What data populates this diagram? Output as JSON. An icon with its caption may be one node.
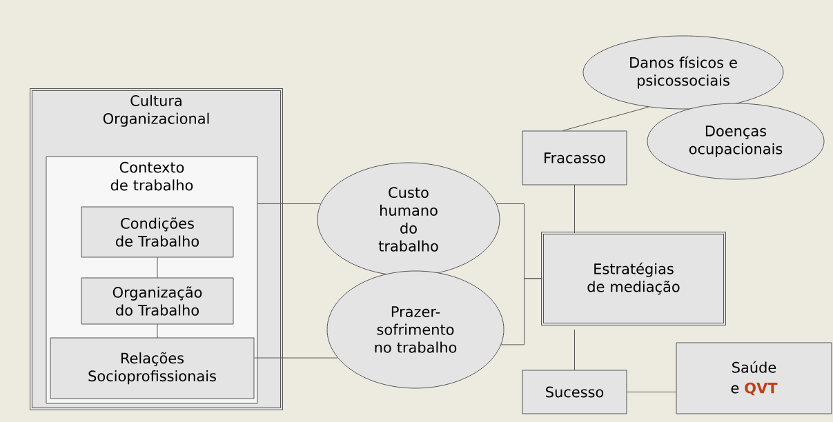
{
  "diagram": {
    "nodes": [
      {
        "text": [
          "Cultura Organizacional"
        ]
      },
      {
        "text": [
          "Contexto de trabalho"
        ],
        "in": 0
      },
      {
        "text": [
          "Condições de Trabalho"
        ],
        "in": 1
      },
      {
        "text": [
          "Organização do Trabalho"
        ],
        "in": 1
      },
      {
        "text": [
          "Relações Socioprofissionais"
        ],
        "in": 1
      },
      {
        "text": [
          "Custo humano do trabalho"
        ]
      },
      {
        "text": [
          "Prazer- sofrimento no trabalho"
        ]
      },
      {
        "text": [
          "Fracasso"
        ]
      },
      {
        "text": [
          "Estratégias de mediação"
        ]
      },
      {
        "text": [
          "Danos físicos e psicossociais"
        ]
      },
      {
        "text": [
          "Doenças ocupacionais"
        ]
      },
      {
        "text": [
          "Sucesso"
        ]
      },
      {
        "text": [
          "Saúde",
          "e **QVT**"
        ]
      }
    ],
    "edges": [
      {
        "from": 1,
        "to": 5,
        "arrow": "none"
      },
      {
        "from": 2,
        "to": 3,
        "arrow": "none"
      },
      {
        "from": 3,
        "to": 4,
        "arrow": "none"
      },
      {
        "from": 4,
        "to": 6,
        "arrow": "none"
      },
      {
        "from": 5,
        "to": 8,
        "arrow": "none"
      },
      {
        "from": 6,
        "to": 8,
        "arrow": "none"
      },
      {
        "from": 7,
        "to": 9,
        "arrow": "none"
      },
      {
        "from": 7,
        "to": 8,
        "arrow": "none"
      },
      {
        "from": 8,
        "to": 11,
        "arrow": "none"
      },
      {
        "from": 11,
        "to": 12,
        "arrow": "none"
      }
    ]
  }
}
